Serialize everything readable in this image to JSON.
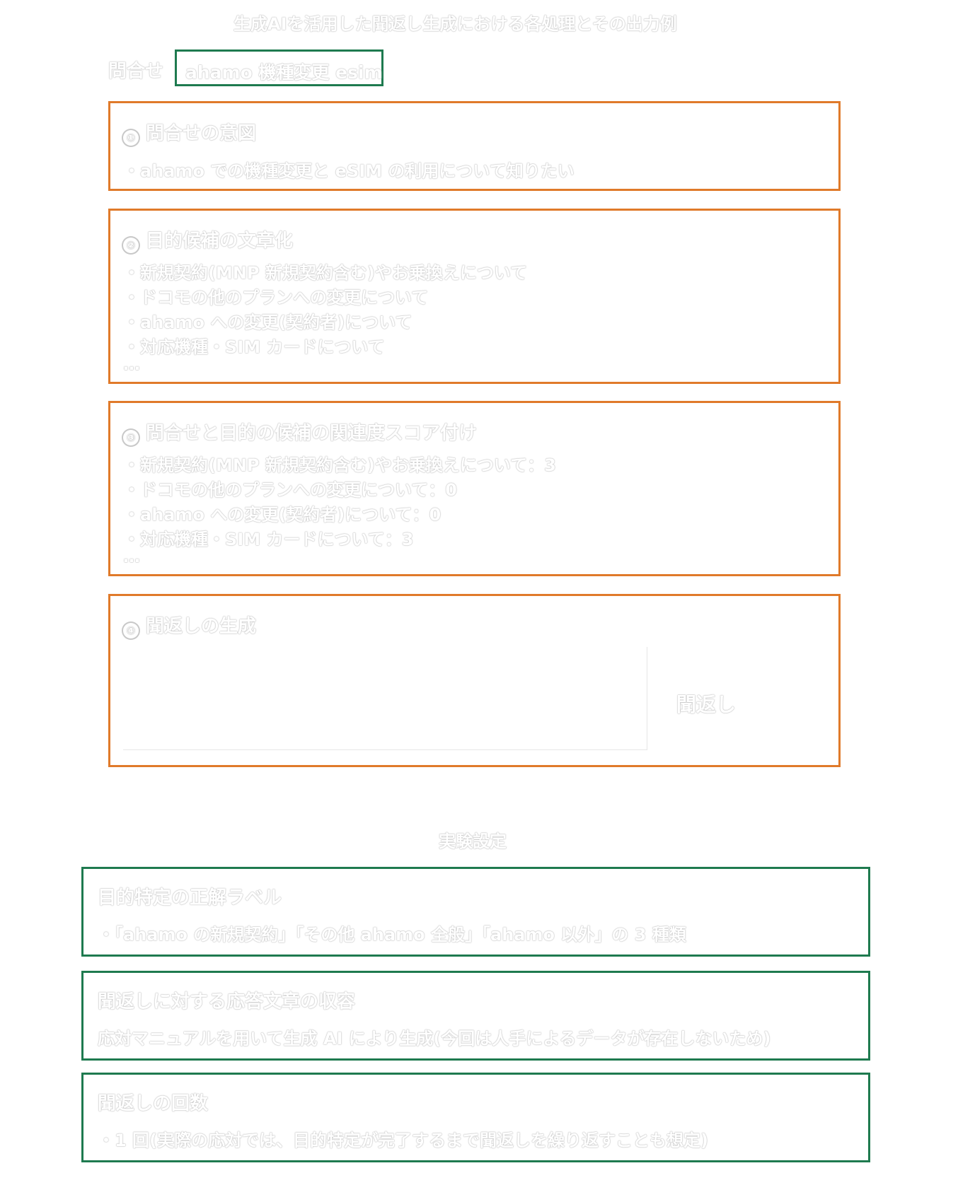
{
  "title": "生成AIを活用した聞返し生成における各処理とその出力例",
  "query_label": "問合せ",
  "query_value": "ahamo 機種変更 esim",
  "steps": [
    {
      "number": "①",
      "heading": "問合せの意図",
      "items": [
        "・ahamo での機種変更と eSIM の利用について知りたい"
      ]
    },
    {
      "number": "②",
      "heading": "目的候補の文章化",
      "items": [
        "・新規契約(MNP 新規契約含む)やお乗換えについて",
        "・ドコモの他のプランへの変更について",
        "・ahamo への変更(契約者)について",
        "・対応機種・SIM カードについて",
        "…"
      ]
    },
    {
      "number": "③",
      "heading": "問合せと目的の候補の関連度スコア付け",
      "items": [
        "・新規契約(MNP 新規契約含む)やお乗換えについて：3",
        "・ドコモの他のプランへの変更について：0",
        "・ahamo への変更(契約者)について：0",
        "・対応機種・SIM カードについて：3",
        "…"
      ]
    },
    {
      "number": "④",
      "heading": "聞返しの生成",
      "side_label": "聞返し"
    }
  ],
  "conditions_title": "実験設定",
  "conditions": [
    {
      "heading": "目的特定の正解ラベル",
      "text": "・「ahamo の新規契約」「その他 ahamo 全般」「ahamo 以外」の 3 種類"
    },
    {
      "heading": "聞返しに対する応答文章の収容",
      "text": "応対マニュアルを用いて生成 AI により生成(今回は人手によるデータが存在しないため)"
    },
    {
      "heading": "聞返しの回数",
      "text": "・1 回(実際の応対では、目的特定が完了するまで聞返しを繰り返すことも想定)"
    }
  ],
  "colors": {
    "orange": "#e07a2a",
    "green": "#1e7a4f"
  }
}
